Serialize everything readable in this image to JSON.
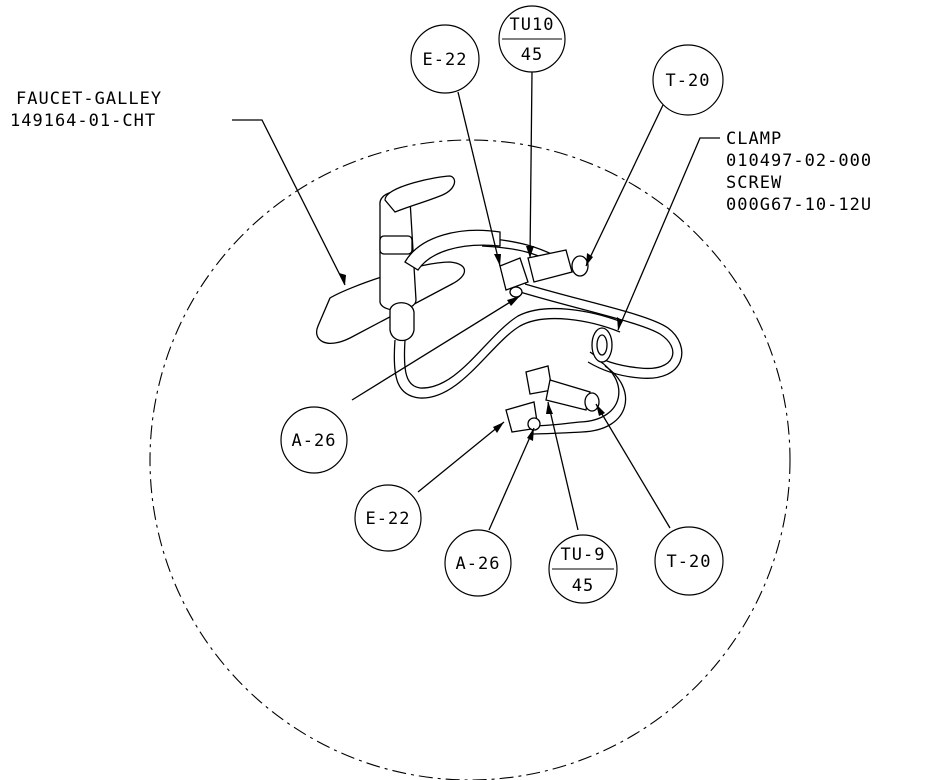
{
  "labels": {
    "faucet_name": "FAUCET-GALLEY",
    "faucet_number": "149164-01-CHT",
    "clamp_name": "CLAMP",
    "clamp_number": "010497-02-000",
    "screw_name": "SCREW",
    "screw_number": "000G67-10-12U"
  },
  "balloons": {
    "e22_top": "E-22",
    "tu10_top": "TU10",
    "tu10_bottom": "45",
    "t20_top": "T-20",
    "a26_left": "A-26",
    "e22_bottom": "E-22",
    "a26_bottom": "A-26",
    "tu9_top": "TU-9",
    "tu9_bottom": "45",
    "t20_bottom": "T-20"
  }
}
